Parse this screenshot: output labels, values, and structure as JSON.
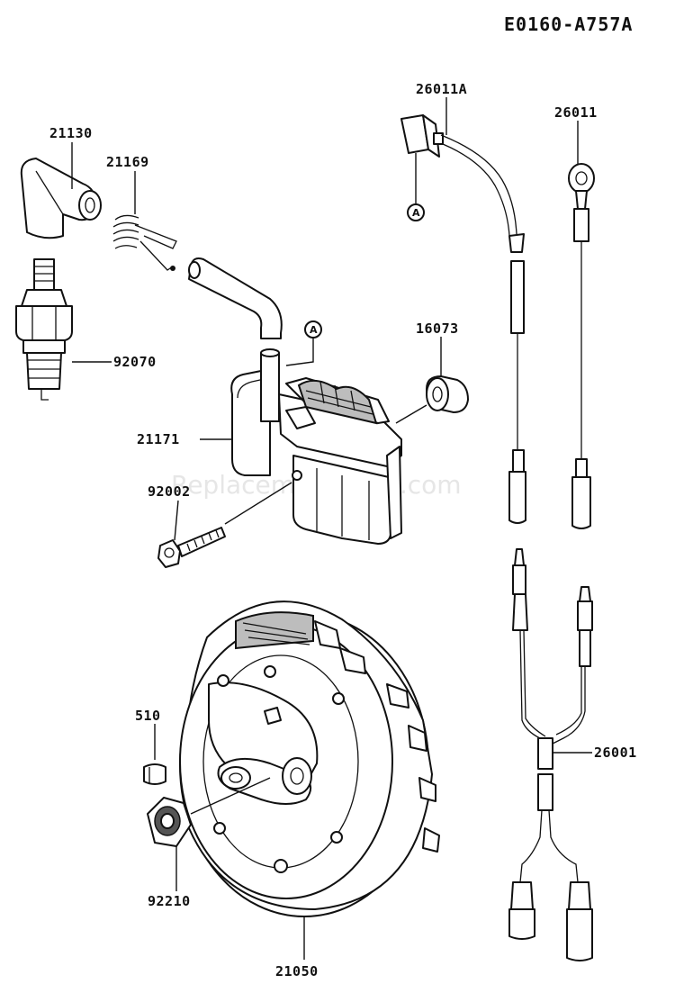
{
  "diagram_code": "E0160-A757A",
  "watermark": "ReplacementParts.com",
  "reference_marker": "A",
  "parts": {
    "plug_cap": "21130",
    "spring": "21169",
    "spark_plug": "92070",
    "ignition_coil": "21171",
    "bolt": "92002",
    "key": "510",
    "nut": "92210",
    "flywheel": "21050",
    "lead_a": "26011A",
    "lead": "26011",
    "grommet": "16073",
    "harness": "26001"
  }
}
